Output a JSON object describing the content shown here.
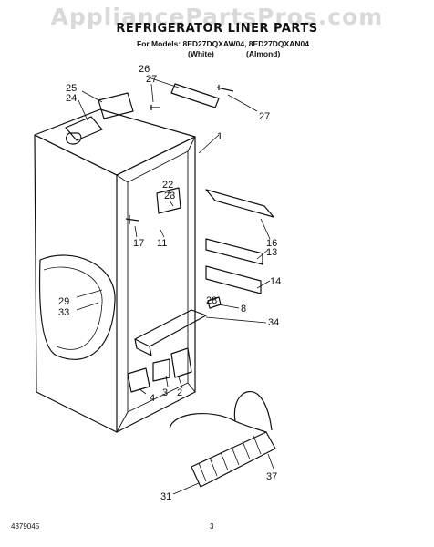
{
  "watermark": "AppliancePartsPros.com",
  "header": {
    "title": "REFRIGERATOR LINER PARTS",
    "models_line": "For Models: 8ED27DQXAW04, 8ED27DQXAN04",
    "variant_white": "(White)",
    "variant_almond": "(Almond)"
  },
  "callouts": [
    "26",
    "27",
    "25",
    "24",
    "27",
    "1",
    "22",
    "23",
    "17",
    "11",
    "16",
    "13",
    "14",
    "29",
    "33",
    "28",
    "8",
    "34",
    "3",
    "2",
    "4",
    "37",
    "31"
  ],
  "footer": {
    "doc_number": "4379045",
    "page_number": "3"
  }
}
